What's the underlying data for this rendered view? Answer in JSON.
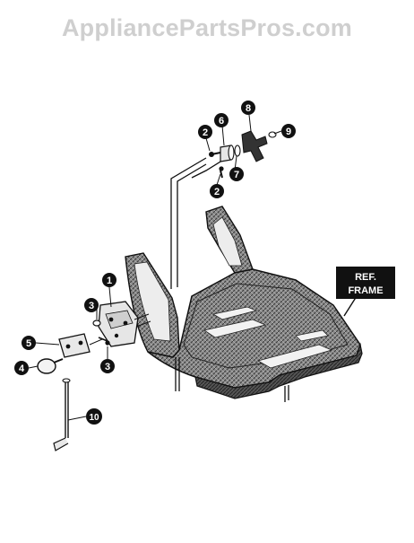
{
  "watermark": "AppliancePartsPros.com",
  "callouts": [
    {
      "label": "1"
    },
    {
      "label": "2"
    },
    {
      "label": "2"
    },
    {
      "label": "3"
    },
    {
      "label": "3"
    },
    {
      "label": "4"
    },
    {
      "label": "5"
    },
    {
      "label": "6"
    },
    {
      "label": "7"
    },
    {
      "label": "8"
    },
    {
      "label": "9"
    },
    {
      "label": "10"
    }
  ],
  "ref_label": {
    "line1": "REF.",
    "line2": "FRAME"
  },
  "colors": {
    "ink": "#111111",
    "callout_fill": "#111111",
    "callout_text": "#ffffff",
    "watermark": "#cfcfcf"
  }
}
